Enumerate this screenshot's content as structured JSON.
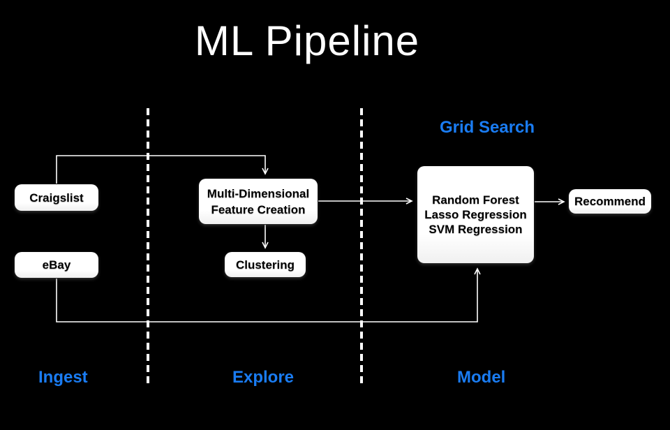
{
  "title": "ML Pipeline",
  "colors": {
    "background": "#000000",
    "accent_blue": "#1a7cf2",
    "node_fill": "#ffffff",
    "node_text": "#000000",
    "connector": "#ffffff"
  },
  "stage_labels": {
    "grid_search": "Grid Search",
    "ingest": "Ingest",
    "explore": "Explore",
    "model": "Model"
  },
  "nodes": {
    "craigslist": {
      "label": "Craigslist"
    },
    "ebay": {
      "label": "eBay"
    },
    "feature_creation": {
      "lines": [
        "Multi-Dimensional",
        "Feature Creation"
      ]
    },
    "clustering": {
      "label": "Clustering"
    },
    "models": {
      "lines": [
        "Random Forest",
        "Lasso Regression",
        "SVM Regression"
      ]
    },
    "recommend": {
      "label": "Recommend"
    }
  },
  "edges": [
    {
      "from": "craigslist",
      "to": "feature_creation"
    },
    {
      "from": "ebay",
      "to": "models"
    },
    {
      "from": "feature_creation",
      "to": "clustering"
    },
    {
      "from": "feature_creation",
      "to": "models"
    },
    {
      "from": "models",
      "to": "recommend"
    }
  ]
}
